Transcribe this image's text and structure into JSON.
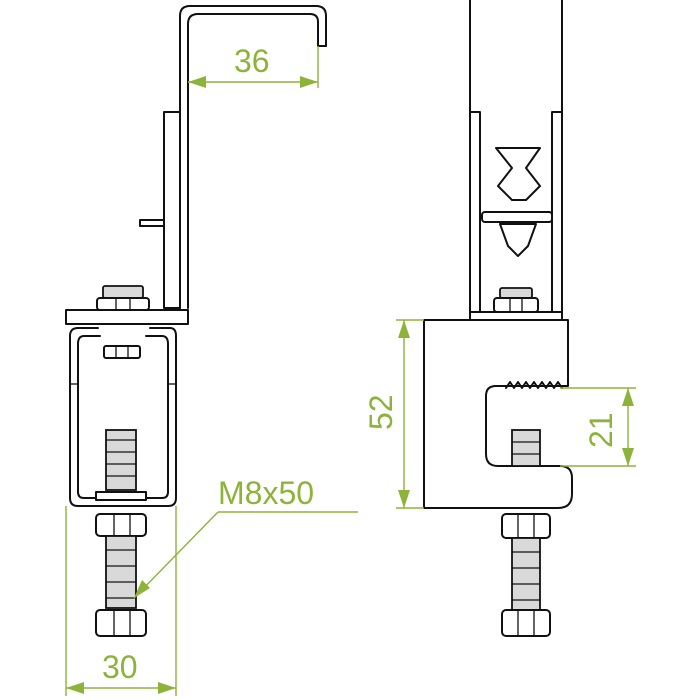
{
  "dimensions": {
    "hook_width": "36",
    "clamp_height": "52",
    "jaw_gap": "21",
    "bolt_spec": "M8x50",
    "base_width": "30"
  },
  "colors": {
    "dimension": "#8db33a",
    "outline": "#111111"
  }
}
